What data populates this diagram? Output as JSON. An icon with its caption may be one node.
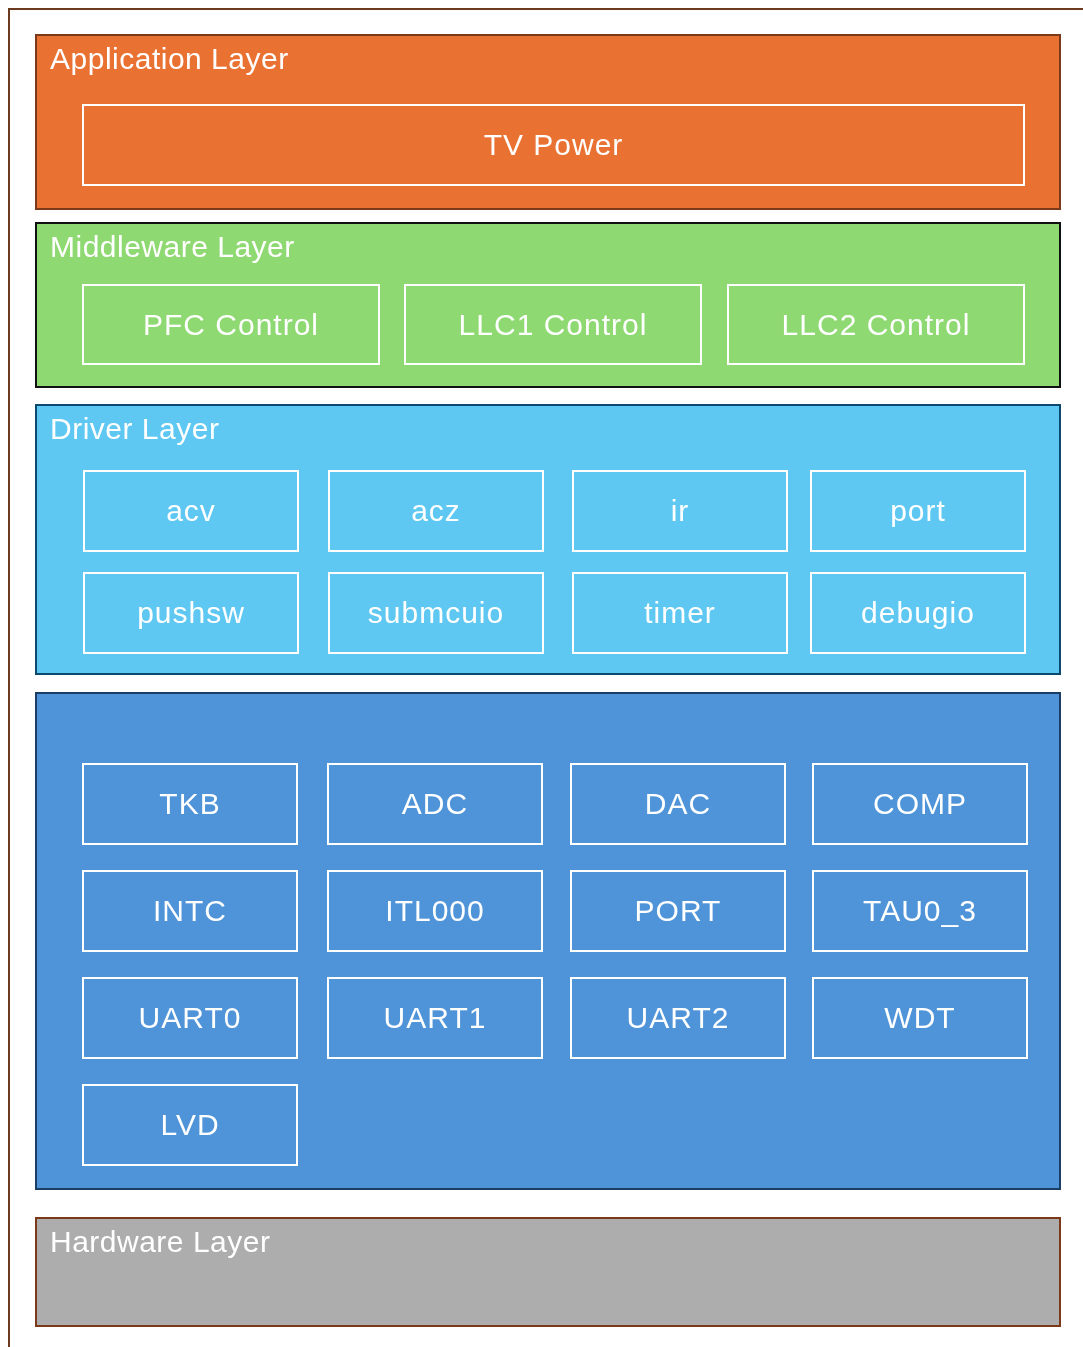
{
  "diagram": {
    "nodes": [
      {
        "text": [
          "Application Layer"
        ]
      },
      {
        "text": [
          "TV Power"
        ],
        "in": 0
      },
      {
        "text": [
          "Middleware Layer"
        ]
      },
      {
        "text": [
          "PFC Control"
        ],
        "in": 2
      },
      {
        "text": [
          "LLC1 Control"
        ],
        "in": 2
      },
      {
        "text": [
          "LLC2 Control"
        ],
        "in": 2
      },
      {
        "text": [
          "Driver Layer"
        ]
      },
      {
        "text": [
          "acv"
        ],
        "in": 6
      },
      {
        "text": [
          "acz"
        ],
        "in": 6
      },
      {
        "text": [
          "ir"
        ],
        "in": 6
      },
      {
        "text": [
          "port"
        ],
        "in": 6
      },
      {
        "text": [
          "pushsw"
        ],
        "in": 6
      },
      {
        "text": [
          "submcuio"
        ],
        "in": 6
      },
      {
        "text": [
          "timer"
        ],
        "in": 6
      },
      {
        "text": [
          "debugio"
        ],
        "in": 6
      },
      {
        "text": [],
        "shape": "box"
      },
      {
        "text": [
          "TKB"
        ],
        "in": 15
      },
      {
        "text": [
          "ADC"
        ],
        "in": 15
      },
      {
        "text": [
          "DAC"
        ],
        "in": 15
      },
      {
        "text": [
          "COMP"
        ],
        "in": 15
      },
      {
        "text": [
          "INTC"
        ],
        "in": 15
      },
      {
        "text": [
          "ITL000"
        ],
        "in": 15
      },
      {
        "text": [
          "PORT"
        ],
        "in": 15
      },
      {
        "text": [
          "TAU0_3"
        ],
        "in": 15
      },
      {
        "text": [
          "UART0"
        ],
        "in": 15
      },
      {
        "text": [
          "UART1"
        ],
        "in": 15
      },
      {
        "text": [
          "UART2"
        ],
        "in": 15
      },
      {
        "text": [
          "WDT"
        ],
        "in": 15
      },
      {
        "text": [
          "LVD"
        ],
        "in": 15
      },
      {
        "text": [
          "Hardware Layer"
        ]
      }
    ],
    "edges": []
  }
}
